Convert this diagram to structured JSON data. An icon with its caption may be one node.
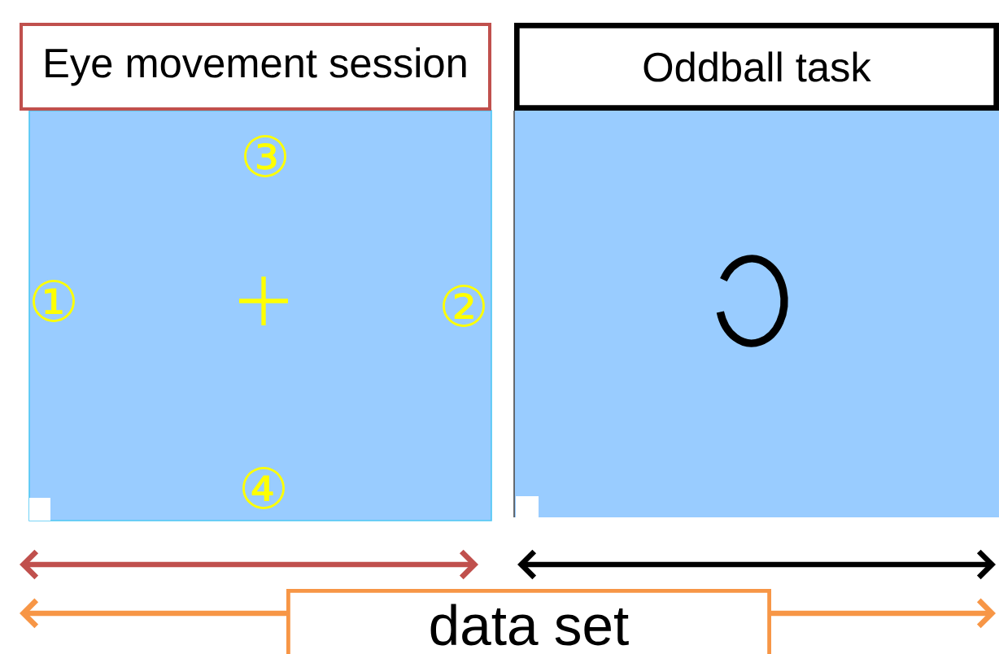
{
  "diagram": {
    "nodes": [
      {
        "text": [
          "Eye movement session"
        ]
      },
      {
        "text": [
          "Oddball task"
        ]
      },
      {
        "text": [
          "data set"
        ]
      }
    ],
    "labels": [
      "③",
      "①",
      "②",
      "④"
    ]
  }
}
